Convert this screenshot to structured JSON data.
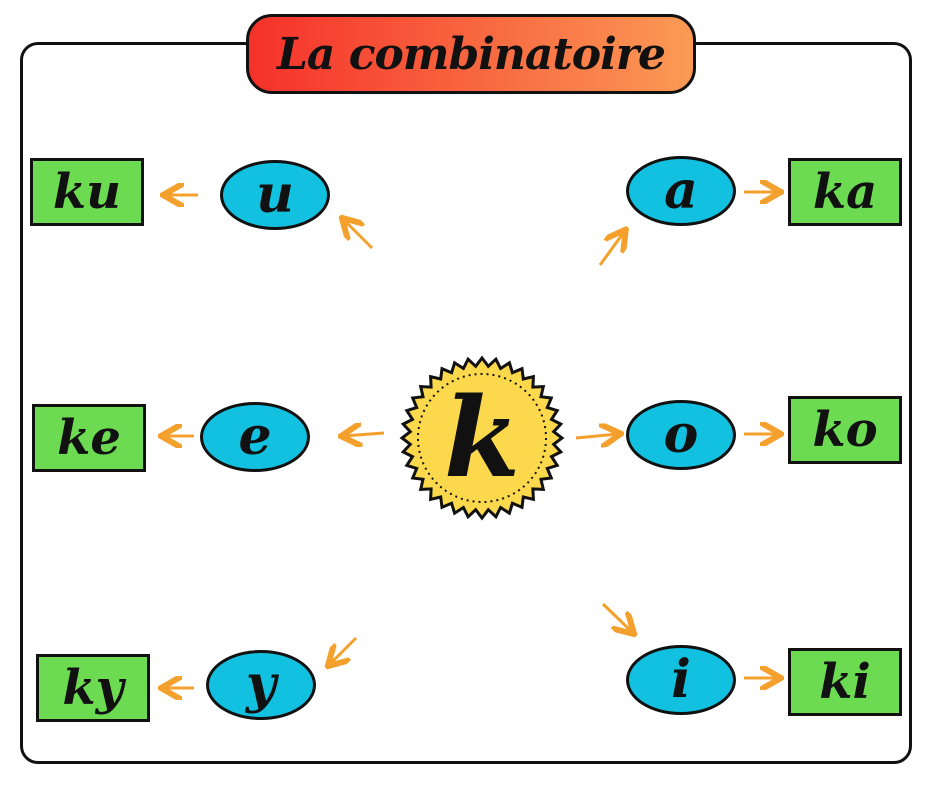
{
  "title": "La combinatoire",
  "center_letter": "k",
  "vowels": {
    "u": "u",
    "a": "a",
    "e": "e",
    "o": "o",
    "y": "y",
    "i": "i"
  },
  "syllables": {
    "ku": "ku",
    "ka": "ka",
    "ke": "ke",
    "ko": "ko",
    "ky": "ky",
    "ki": "ki"
  },
  "colors": {
    "title_gradient_start": "#f5312a",
    "title_gradient_end": "#fb9a55",
    "vowel_fill": "#12c0e0",
    "syllable_fill": "#6ddb52",
    "center_fill": "#fcd94c",
    "arrow": "#f3a02c"
  }
}
